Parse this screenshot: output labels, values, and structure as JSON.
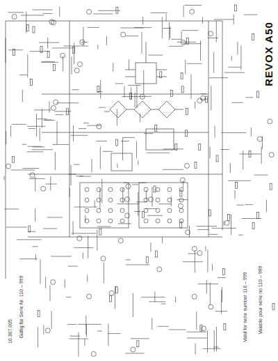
{
  "diagram": {
    "title": "REVOX A50",
    "labels": [
      "Valid for serie number 110 – 999",
      "Valable pour série no 110 – 999",
      "Gültig für Serie Nr. 110 – 999",
      "10.307.005"
    ]
  }
}
